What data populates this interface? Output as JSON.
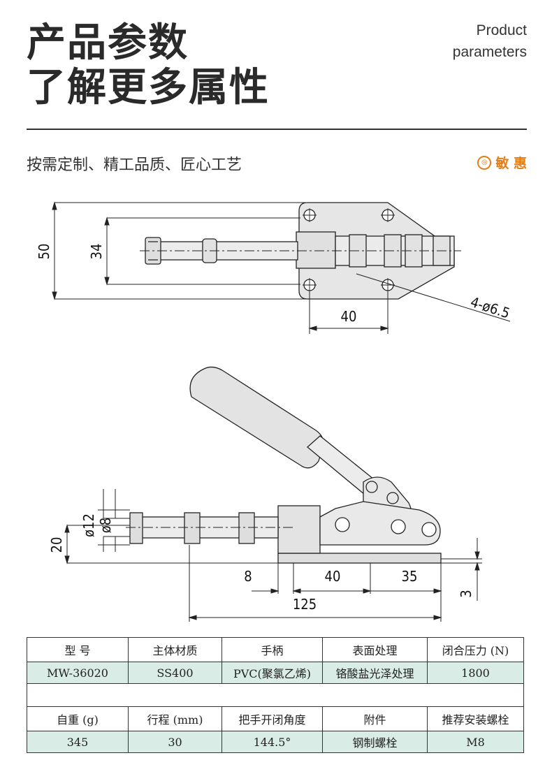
{
  "header": {
    "title_line1": "产品参数",
    "title_line2": "了解更多属性",
    "subtitle_en_line1": "Product",
    "subtitle_en_line2": "parameters"
  },
  "slogan": "按需定制、精工品质、匠心工艺",
  "brand": {
    "name": "敏 惠",
    "color": "#e67e16"
  },
  "top_view_dims": {
    "height_total": "50",
    "height_inner": "34",
    "hole_spacing": "40",
    "holes": "4-ø6.5"
  },
  "side_view_dims": {
    "height": "20",
    "dia_outer": "ø12",
    "dia_inner": "ø8",
    "d1": "8",
    "d2": "40",
    "d3": "35",
    "overall": "125",
    "thickness": "3"
  },
  "spec_table": {
    "row1_headers": [
      "型 号",
      "主体材质",
      "手柄",
      "表面处理",
      "闭合压力 (N)"
    ],
    "row1_values": [
      "MW-36020",
      "SS400",
      "PVC(聚氯乙烯)",
      "铬酸盐光泽处理",
      "1800"
    ],
    "row2_headers": [
      "自重 (g)",
      "行程 (mm)",
      "把手开闭角度",
      "附件",
      "推荐安装螺栓"
    ],
    "row2_values": [
      "345",
      "30",
      "144.5°",
      "钢制螺栓",
      "M8"
    ]
  }
}
